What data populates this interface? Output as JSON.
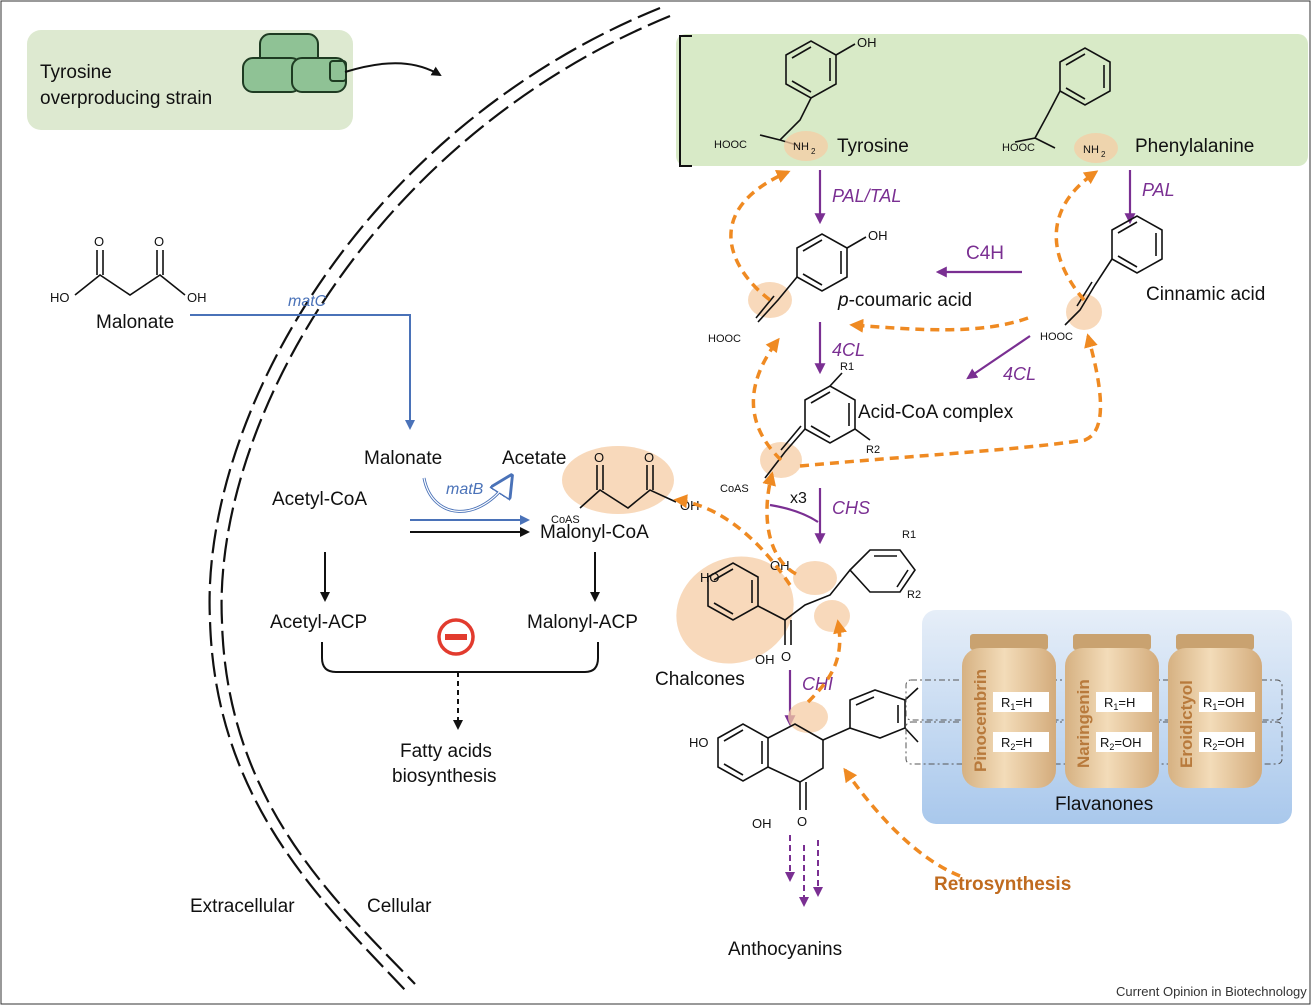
{
  "labels": {
    "strain": [
      "Tyrosine",
      "overproducing strain"
    ],
    "malonate_outside": "Malonate",
    "malonate_inside": "Malonate",
    "acetate": "Acetate",
    "acetyl_coa": "Acetyl-CoA",
    "malonyl_coa": "Malonyl-CoA",
    "acetyl_acp": "Acetyl-ACP",
    "malonyl_acp": "Malonyl-ACP",
    "fatty_acids": [
      "Fatty acids",
      "biosynthesis"
    ],
    "extracellular": "Extracellular",
    "cellular": "Cellular",
    "tyrosine": "Tyrosine",
    "phenylalanine": "Phenylalanine",
    "p_coumaric_prefix": "p",
    "p_coumaric_rest": "-coumaric acid",
    "cinnamic": "Cinnamic acid",
    "acid_coa": "Acid-CoA complex",
    "chalcones": "Chalcones",
    "flavanones": "Flavanones",
    "anthocyanins": "Anthocyanins",
    "retrosynthesis": "Retrosynthesis",
    "credit": "Current Opinion in Biotechnology",
    "x3": "x3"
  },
  "chem": {
    "oh": "OH",
    "o": "O",
    "ho": "HO",
    "hooc": "HOOC",
    "coas": "CoAS",
    "nh": "NH",
    "sub2": "2",
    "r1": "R1",
    "r2": "R2"
  },
  "enzymes": {
    "matC": "matC",
    "matB": "matB",
    "pal_tal": "PAL/TAL",
    "pal": "PAL",
    "c4h": "C4H",
    "fourcl_a": "4CL",
    "fourcl_b": "4CL",
    "chs": "CHS",
    "chi": "CHI"
  },
  "flavanones": [
    {
      "name": "Pinocembrin",
      "r1_a": "R",
      "r1_b": "1",
      "r1_val": "=H",
      "r2_a": "R",
      "r2_b": "2",
      "r2_val": "=H"
    },
    {
      "name": "Naringenin",
      "r1_a": "R",
      "r1_b": "1",
      "r1_val": "=H",
      "r2_a": "R",
      "r2_b": "2",
      "r2_val": "=OH"
    },
    {
      "name": "Eroidictyol",
      "r1_a": "R",
      "r1_b": "1",
      "r1_val": "=OH",
      "r2_a": "R",
      "r2_b": "2",
      "r2_val": "=OH"
    }
  ],
  "colors": {
    "enzyme": "#7a2f92",
    "transport": "#4a72b8",
    "retrosynthesis": "#ef8a22",
    "inhibit": "#e23b2e",
    "strain_box": "#dde9d0",
    "amino_box": "#d8eac7",
    "flavanone_box": "#b9d3ee"
  }
}
